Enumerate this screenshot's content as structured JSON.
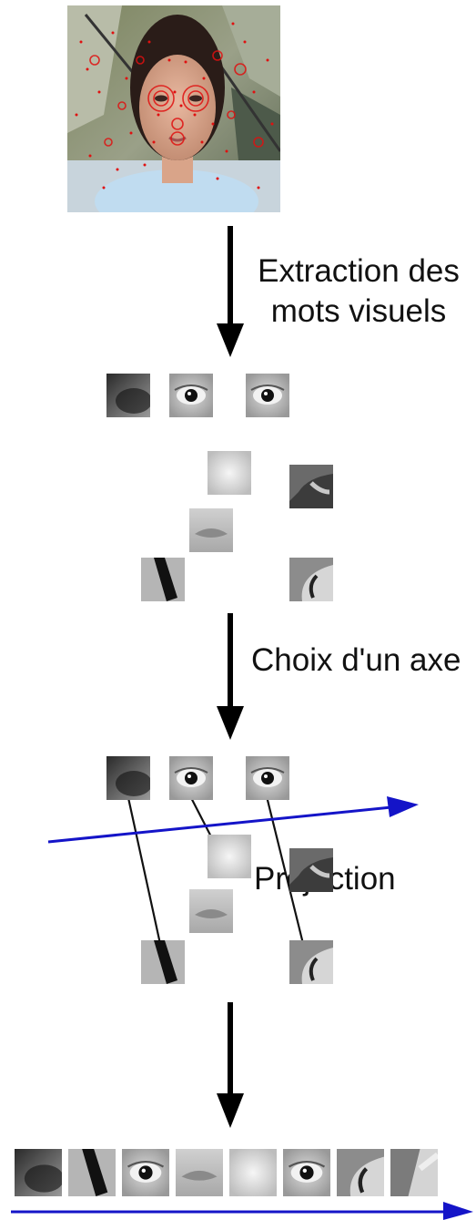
{
  "steps": {
    "extraction": "Extraction des mots visuels",
    "choice": "Choix d'un axe",
    "projection": "Projection"
  },
  "colors": {
    "arrow": "#000000",
    "axis": "#1414c8",
    "keypoints": "#e01010"
  },
  "photo": {
    "subject": "face-photo-with-keypoints"
  }
}
